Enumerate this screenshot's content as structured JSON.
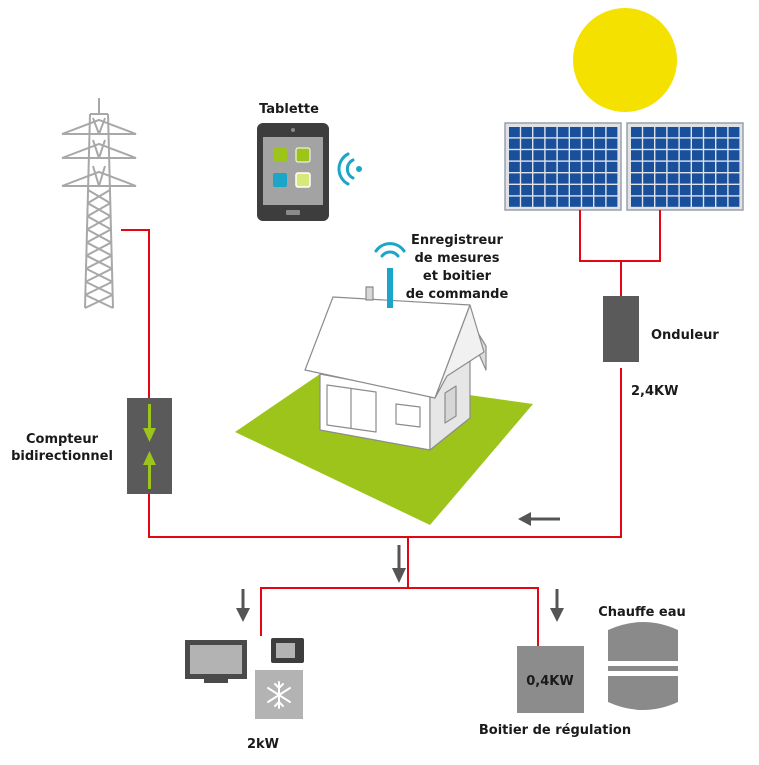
{
  "labels": {
    "tablette": "Tablette",
    "enregistreur_line1": "Enregistreur",
    "enregistreur_line2": "de mesures",
    "enregistreur_line3": "et boitier",
    "enregistreur_line4": "de commande",
    "onduleur": "Onduleur",
    "onduleur_power": "2,4KW",
    "compteur_line1": "Compteur",
    "compteur_line2": "bidirectionnel",
    "chauffe_eau": "Chauffe eau",
    "boitier_power": "0,4KW",
    "boitier_regulation": "Boitier de régulation",
    "appareils_power": "2kW"
  },
  "colors": {
    "wire": "#e30613",
    "sun": "#f4e100",
    "lawn": "#9dc41a",
    "panel": "#1a4f9c",
    "device_gray": "#5a5a5a",
    "arrow_gray": "#555555",
    "wifi": "#1aa5c9",
    "pylon": "#a8a8a8"
  }
}
